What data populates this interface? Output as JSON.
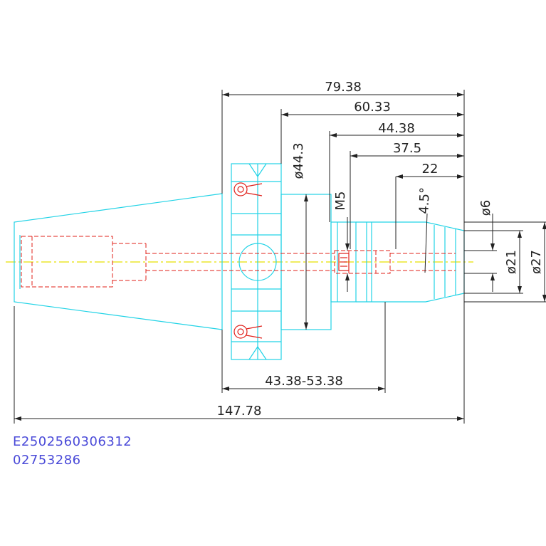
{
  "colors": {
    "outline": "#22d3e6",
    "hidden": "#e0201a",
    "dimension": "#222222",
    "centerline": "#e8e000",
    "code_text": "#4a4ad8"
  },
  "dimensions": {
    "len_79_38": "79.38",
    "len_60_33": "60.33",
    "len_44_38": "44.38",
    "len_37_5": "37.5",
    "len_22": "22",
    "dia_44_3": "ø44.3",
    "thread_m5": "M5",
    "angle_4_5": "4.5°",
    "dia_6": "ø6",
    "dia_21": "ø21",
    "dia_27": "ø27",
    "range_43_38_53_38": "43.38-53.38",
    "overall_147_78": "147.78"
  },
  "codes": {
    "line1": "E2502560306312",
    "line2": "02753286"
  }
}
